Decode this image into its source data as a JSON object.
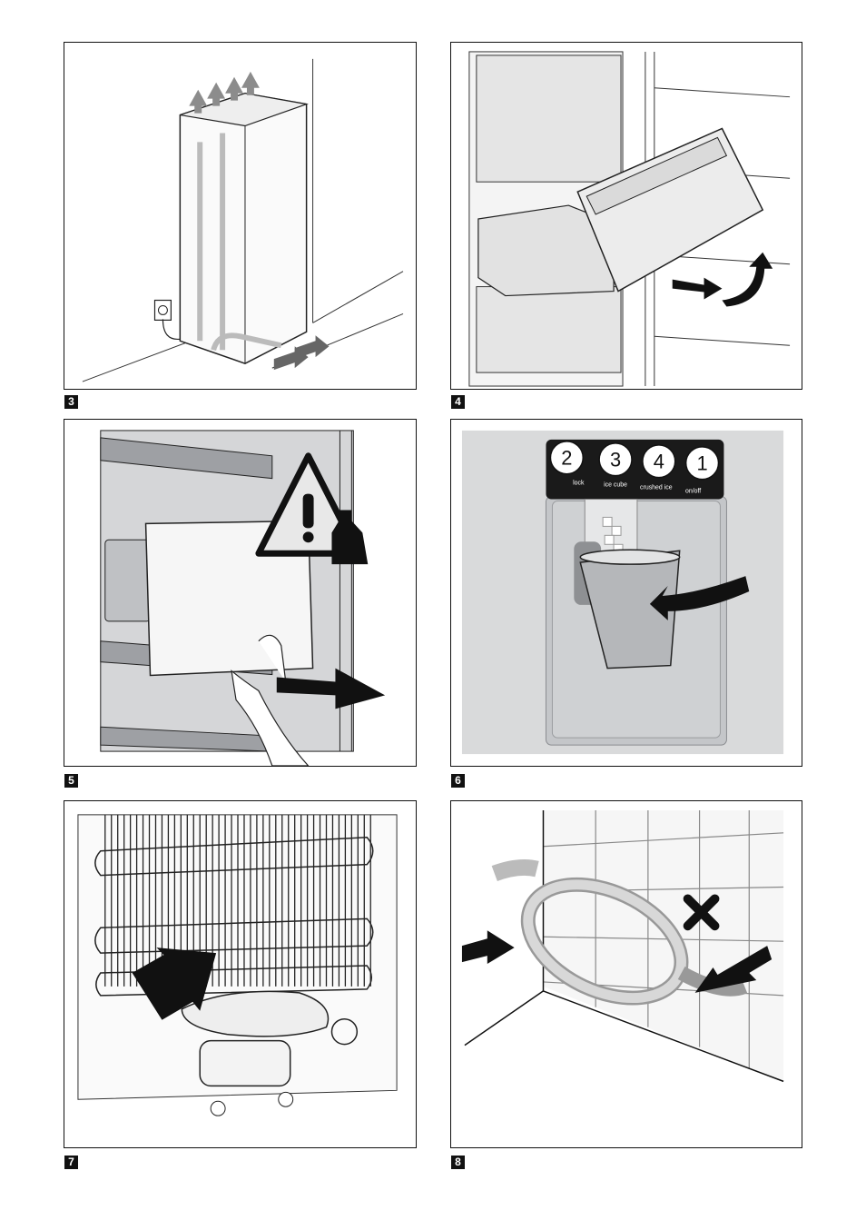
{
  "figures": [
    {
      "number": "3",
      "description": "ventilation"
    },
    {
      "number": "4",
      "description": "freezer drawer removal"
    },
    {
      "number": "5",
      "description": "ice box removal warning"
    },
    {
      "number": "6",
      "description": "ice dispenser"
    },
    {
      "number": "7",
      "description": "rear condenser and compressor"
    },
    {
      "number": "8",
      "description": "hose installation"
    }
  ],
  "dispenser": {
    "buttons": [
      {
        "number": "2",
        "label": "lock"
      },
      {
        "number": "3",
        "label": "ice cube"
      },
      {
        "number": "4",
        "label": "crushed ice"
      },
      {
        "number": "1",
        "label": "on/off"
      }
    ]
  },
  "colors": {
    "frame": "#111111",
    "arrow_gray": "#8c8c8c",
    "panel_gray": "#d9dadb",
    "dark": "#1a1a1a"
  }
}
